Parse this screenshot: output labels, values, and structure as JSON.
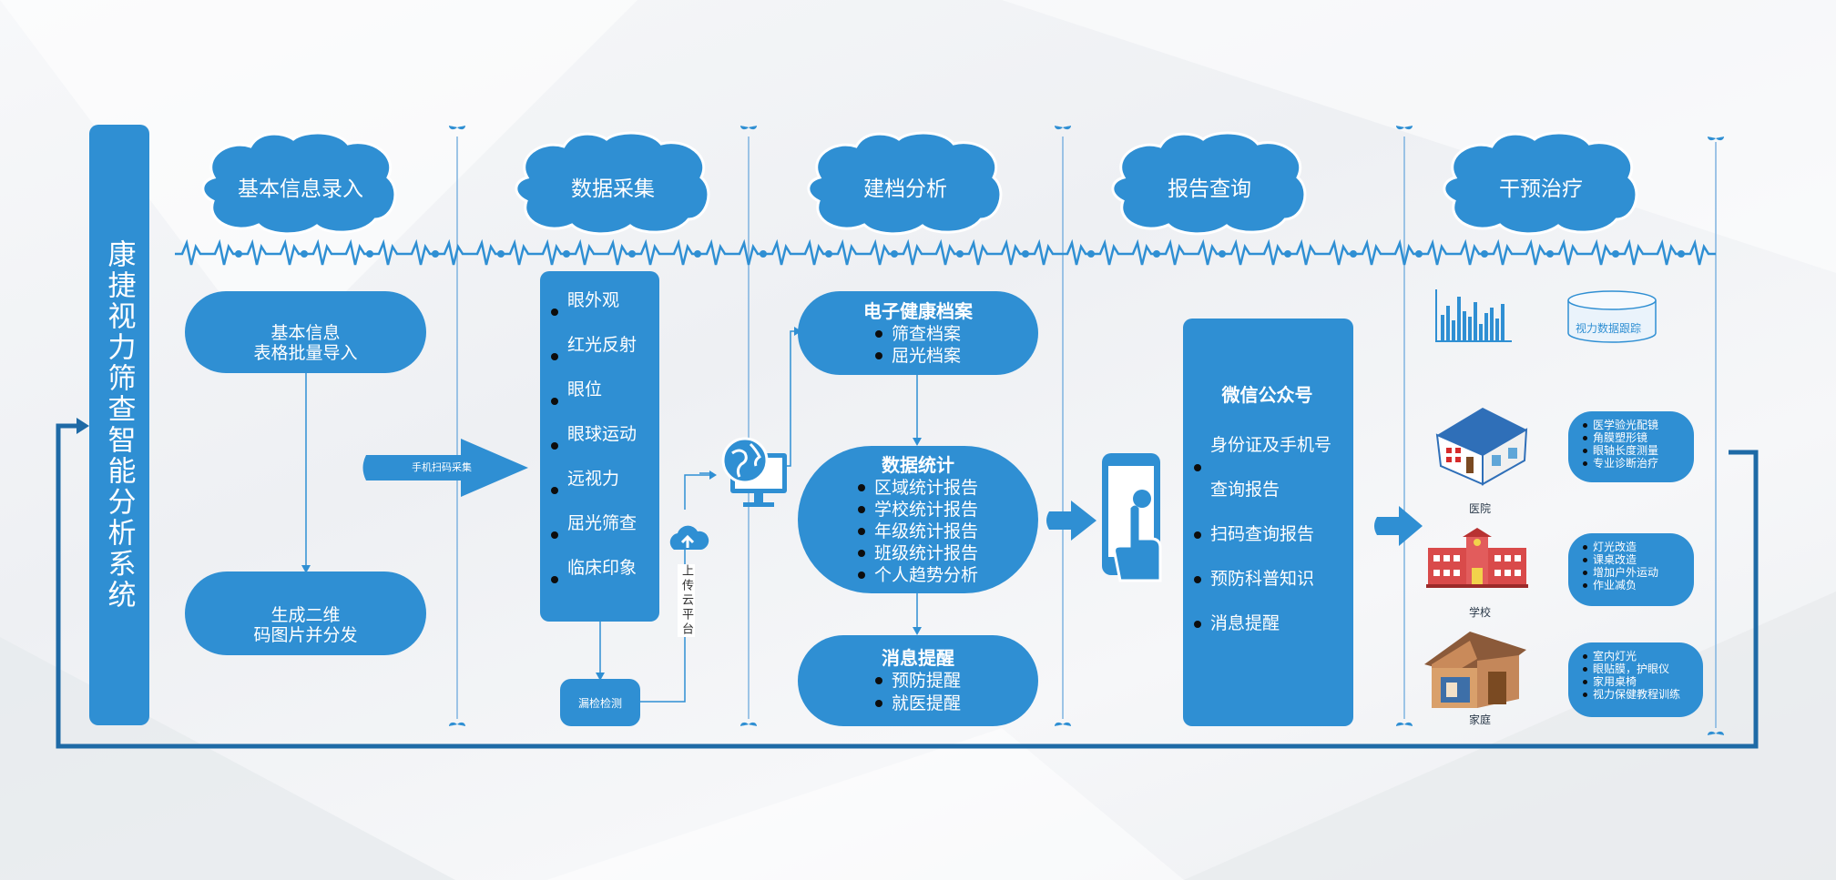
{
  "system_title": "康捷视力筛查智能分析系统",
  "stages": [
    "基本信息录入",
    "数据采集",
    "建档分析",
    "报告查询",
    "干预治疗"
  ],
  "col1": {
    "box1_lines": [
      "基本信息",
      "表格批量导入"
    ],
    "box2_lines": [
      "生成二维",
      "码图片并分发"
    ],
    "arrow_label": "手机扫码采集"
  },
  "col2": {
    "items": [
      "眼外观",
      "红光反射",
      "眼位",
      "眼球运动",
      "远视力",
      "屈光筛查",
      "临床印象"
    ],
    "sub_box": "漏检检测",
    "upload_label": "上传云平台"
  },
  "col3": {
    "archive": {
      "title": "电子健康档案",
      "items": [
        "筛查档案",
        "屈光档案"
      ]
    },
    "stats": {
      "title": "数据统计",
      "items": [
        "区域统计报告",
        "学校统计报告",
        "年级统计报告",
        "班级统计报告",
        "个人趋势分析"
      ]
    },
    "msg": {
      "title": "消息提醒",
      "items": [
        "预防提醒",
        "就医提醒"
      ]
    }
  },
  "col4": {
    "title": "微信公众号",
    "items": [
      "身份证及手机号查询报告",
      "扫码查询报告",
      "预防科普知识",
      "消息提醒"
    ]
  },
  "col5": {
    "db_label": "视力数据跟踪",
    "hospital": {
      "caption": "医院",
      "items": [
        "医学验光配镜",
        "角膜塑形镜",
        "眼轴长度测量",
        "专业诊断治疗"
      ]
    },
    "school": {
      "caption": "学校",
      "items": [
        "灯光改造",
        "课桌改造",
        "增加户外运动",
        "作业减负"
      ]
    },
    "home": {
      "caption": "家庭",
      "items": [
        "室内灯光",
        "眼贴膜，护眼仪",
        "家用桌椅",
        "视力保健教程训练"
      ]
    }
  },
  "colors": {
    "primary": "#2f8fd3",
    "dark_line": "#1e6aa6",
    "divider": "#7fb3e0"
  },
  "icons": [
    "user-icon",
    "laptop-icon",
    "qrcode-icon",
    "cloud-upload-icon",
    "globe-monitor-icon",
    "phone-hand-icon",
    "bar-chart-icon",
    "database-icon",
    "hospital-icon",
    "school-icon",
    "house-icon"
  ]
}
